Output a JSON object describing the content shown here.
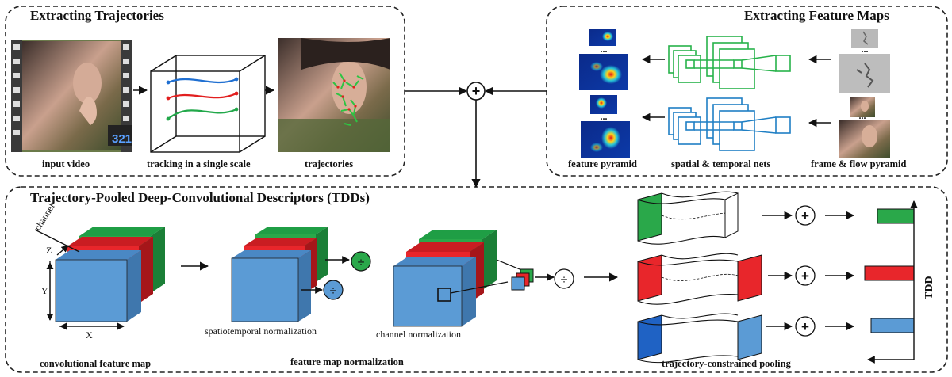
{
  "panels": {
    "trajectories": {
      "title": "Extracting Trajectories",
      "video_counter": "321",
      "captions": {
        "input": "input video",
        "tracking": "tracking in a single scale",
        "trajectories": "trajectories"
      }
    },
    "feature_maps": {
      "title": "Extracting Feature Maps",
      "dots": "...",
      "captions": {
        "pyramid": "feature pyramid",
        "nets": "spatial & temporal nets",
        "frames": "frame & flow pyramid"
      }
    },
    "tdd": {
      "title": "Trajectory-Pooled Deep-Convolutional Descriptors (TDDs)",
      "axes": {
        "channel": "channel",
        "z": "Z",
        "y": "Y",
        "x": "X"
      },
      "captions": {
        "conv_map": "convolutional feature map",
        "st_norm": "spatiotemporal normalization",
        "map_norm": "feature map normalization",
        "ch_norm": "channel normalization",
        "pooling": "trajectory-constrained pooling"
      },
      "tdd_label": "TDD"
    }
  },
  "symbols": {
    "plus": "+",
    "divide": "÷"
  },
  "colors": {
    "green": "#2aa84a",
    "red": "#e8262b",
    "blue": "#5b9bd5",
    "net_green": "#27b24a",
    "net_blue": "#1f7fc4"
  }
}
